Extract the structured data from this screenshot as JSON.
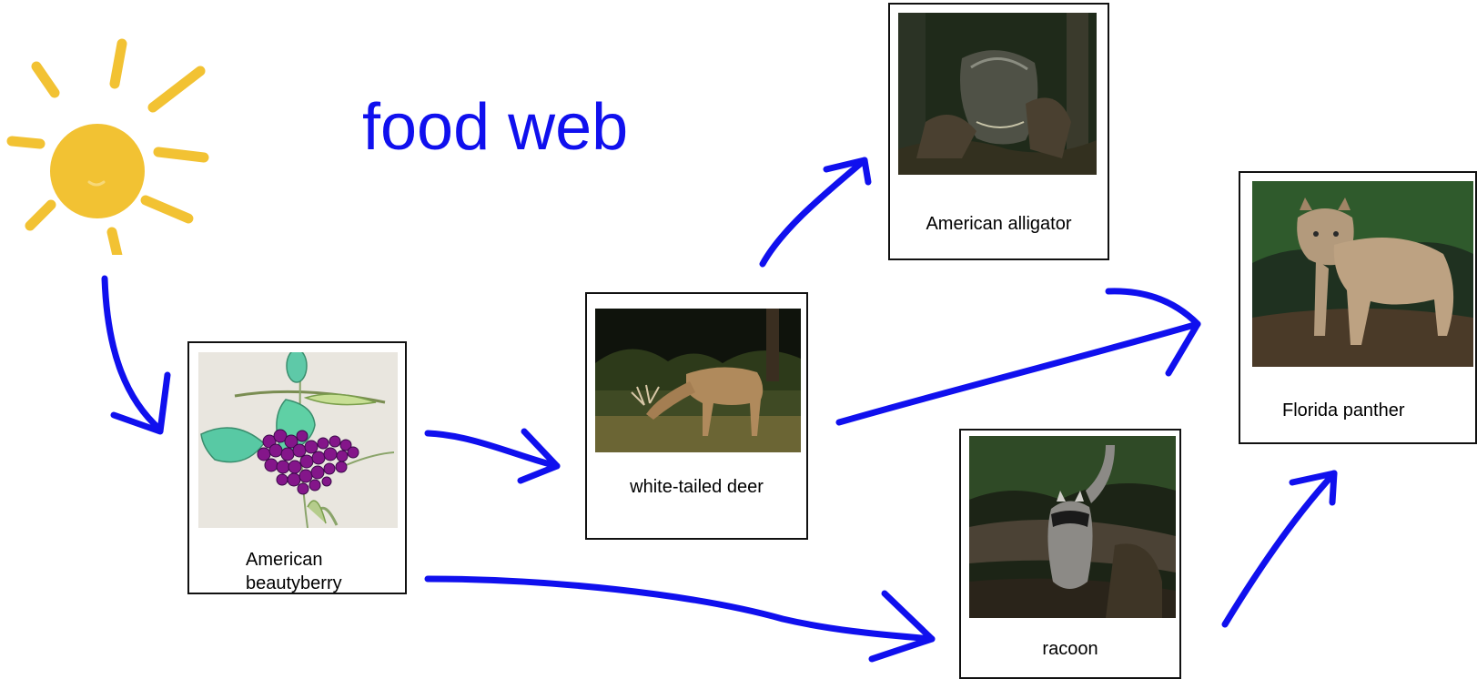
{
  "title": "food web",
  "colors": {
    "arrow": "#1010ee",
    "sun": "#f2c233",
    "title": "#1010ee",
    "border": "#111111"
  },
  "organisms": {
    "sun": {
      "icon": "sun-icon"
    },
    "beautyberry": {
      "label_line1": "American",
      "label_line2": "beautyberry",
      "image": "beautyberry-drawing"
    },
    "deer": {
      "label": "white-tailed deer",
      "image": "deer-photo"
    },
    "alligator": {
      "label": "American alligator",
      "image": "alligator-photo"
    },
    "racoon": {
      "label": "racoon",
      "image": "racoon-photo"
    },
    "panther": {
      "label": "Florida panther",
      "image": "panther-photo"
    }
  },
  "links": [
    {
      "from": "sun",
      "to": "beautyberry"
    },
    {
      "from": "beautyberry",
      "to": "deer"
    },
    {
      "from": "beautyberry",
      "to": "racoon"
    },
    {
      "from": "deer",
      "to": "alligator"
    },
    {
      "from": "deer",
      "to": "panther"
    },
    {
      "from": "racoon",
      "to": "panther"
    }
  ]
}
